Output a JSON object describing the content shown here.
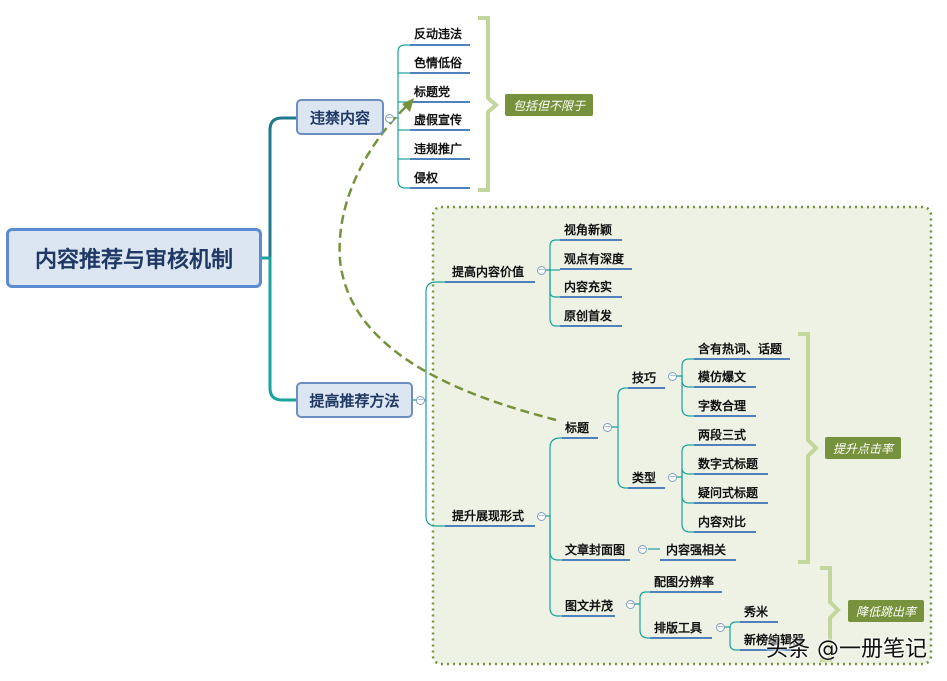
{
  "root": "内容推荐与审核机制",
  "branches": {
    "forbidden": {
      "label": "违禁内容",
      "items": [
        "反动违法",
        "色情低俗",
        "标题党",
        "虚假宣传",
        "违规推广",
        "侵权"
      ],
      "note": "包括但不限于"
    },
    "improve": {
      "label": "提高推荐方法",
      "value": {
        "label": "提高内容价值",
        "items": [
          "视角新颖",
          "观点有深度",
          "内容充实",
          "原创首发"
        ]
      },
      "presentation": {
        "label": "提升展现形式",
        "title": {
          "label": "标题",
          "skills": {
            "label": "技巧",
            "items": [
              "含有热词、话题",
              "模仿爆文",
              "字数合理"
            ]
          },
          "types": {
            "label": "类型",
            "items": [
              "两段三式",
              "数字式标题",
              "疑问式标题",
              "内容对比"
            ]
          }
        },
        "cover": {
          "label": "文章封面图",
          "item": "内容强相关"
        },
        "layout": {
          "label": "图文并茂",
          "resolution": "配图分辨率",
          "tools": {
            "label": "排版工具",
            "items": [
              "秀米",
              "新榜编辑器"
            ]
          }
        },
        "note_click": "提升点击率",
        "note_bounce": "降低跳出率"
      }
    }
  },
  "watermark": "头条 @一册笔记",
  "colors": {
    "teal": "#1aa39a",
    "blue": "#4f81bd",
    "green": "#77923c",
    "bracket": "#c3d69b"
  }
}
